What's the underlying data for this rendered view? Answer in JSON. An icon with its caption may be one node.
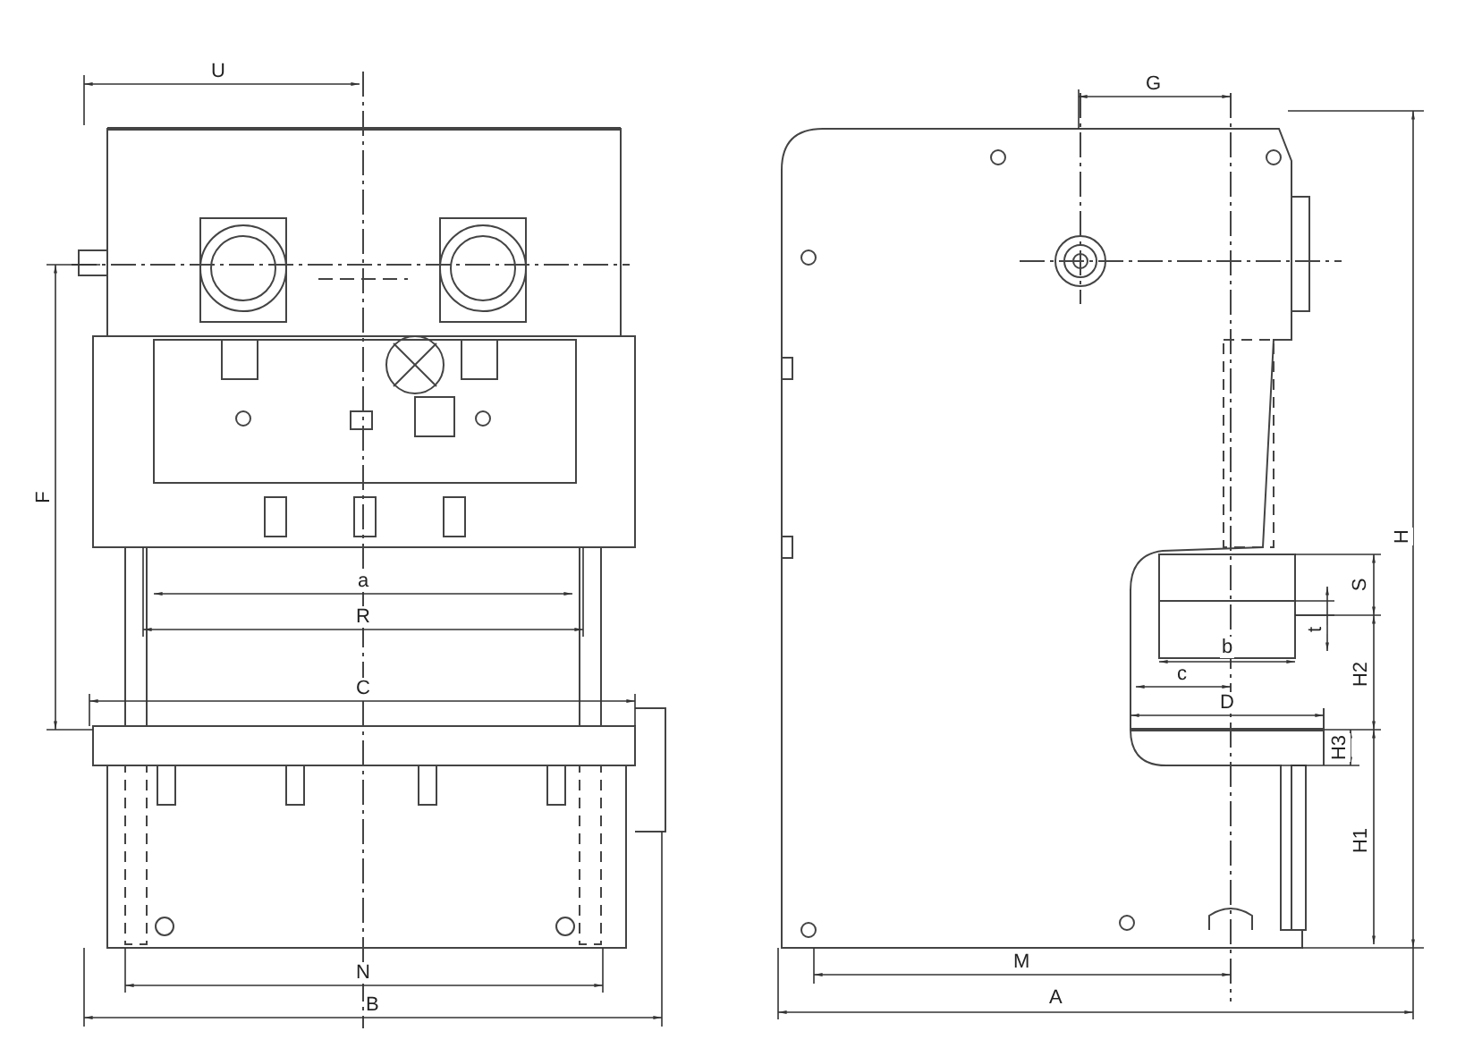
{
  "diagram": {
    "labels": [
      "U",
      "F",
      "a",
      "R",
      "C",
      "N",
      "B",
      "G",
      "H",
      "S",
      "t",
      "b",
      "c",
      "H2",
      "D",
      "H3",
      "H1",
      "M",
      "A"
    ]
  }
}
